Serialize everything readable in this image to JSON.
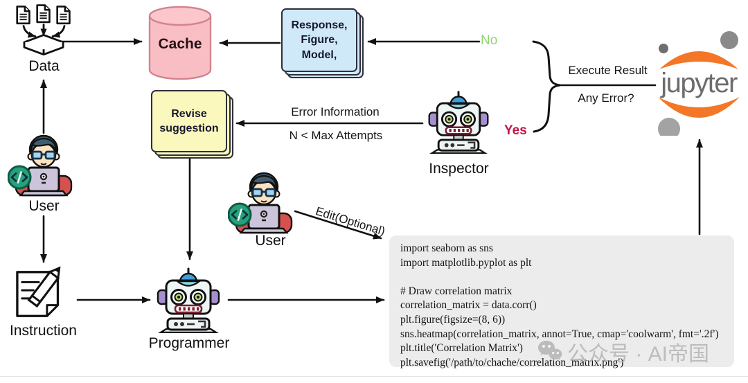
{
  "nodes": {
    "data": {
      "label": "Data"
    },
    "cache": {
      "label": "Cache",
      "fill": "#f9bec4"
    },
    "response_stack": {
      "label_lines": [
        "Response,",
        "Figure,",
        "Model,"
      ],
      "fill": "#cfe9f8"
    },
    "revise_stack": {
      "label_lines": [
        "Revise",
        "suggestion"
      ],
      "fill": "#faf8bd"
    },
    "user_left": {
      "label": "User"
    },
    "user_middle": {
      "label": "User"
    },
    "instruction": {
      "label": "Instruction"
    },
    "programmer": {
      "label": "Programmer"
    },
    "inspector": {
      "label": "Inspector"
    },
    "jupyter": {
      "label": "jupyter",
      "brand_color": "#f37726"
    }
  },
  "edges": {
    "no_label": {
      "text": "No",
      "color": "#8fd470"
    },
    "yes_label": {
      "text": "Yes",
      "color": "#c0164a"
    },
    "execute_result": "Execute Result",
    "any_error": "Any Error?",
    "error_information": "Error Information",
    "max_attempts": "N < Max Attempts",
    "edit_optional": "Edit(Optional)"
  },
  "code_block": {
    "lines": [
      "import seaborn as sns",
      "import matplotlib.pyplot as plt",
      "",
      "# Draw correlation matrix",
      "correlation_matrix = data.corr()",
      "plt.figure(figsize=(8, 6))",
      "sns.heatmap(correlation_matrix, annot=True, cmap='coolwarm', fmt='.2f')",
      "plt.title('Correlation Matrix')",
      "plt.savefig('/path/to/chache/correlation_matrix.png')"
    ]
  },
  "watermark": {
    "text": "公众号 · AI帝国"
  }
}
